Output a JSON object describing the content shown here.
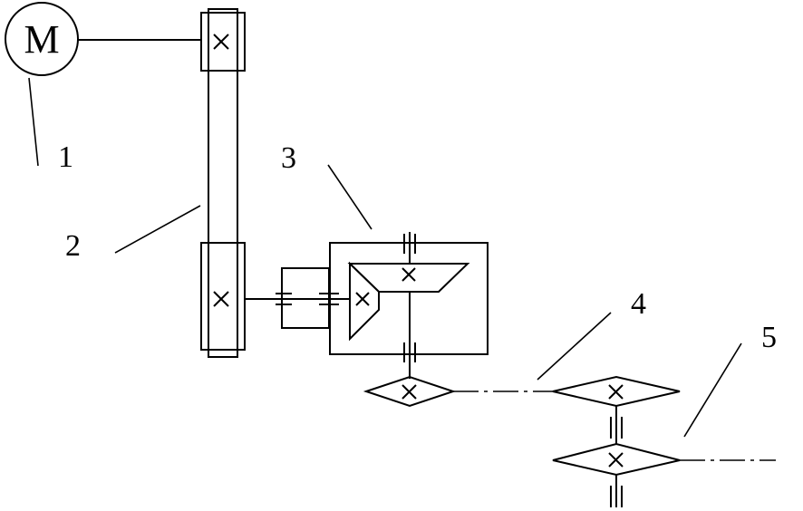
{
  "motor": {
    "symbol": "M"
  },
  "callouts": [
    {
      "id": "1",
      "text": "1"
    },
    {
      "id": "2",
      "text": "2"
    },
    {
      "id": "3",
      "text": "3"
    },
    {
      "id": "4",
      "text": "4"
    },
    {
      "id": "5",
      "text": "5"
    }
  ],
  "colors": {
    "ink": "#000000",
    "background": "#ffffff"
  }
}
